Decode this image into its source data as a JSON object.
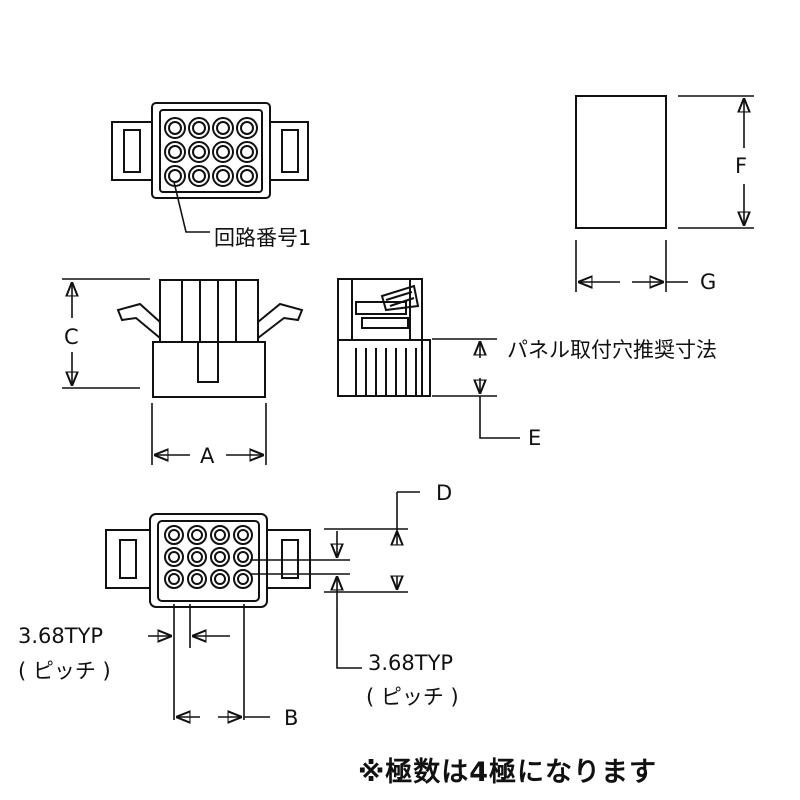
{
  "labels": {
    "circuit_no": "回路番号1",
    "panel_cutout": "パネル取付穴推奨寸法",
    "dim_a": "A",
    "dim_b": "B",
    "dim_c": "C",
    "dim_d": "D",
    "dim_e": "E",
    "dim_f": "F",
    "dim_g": "G",
    "pitch_left": "3.68TYP",
    "pitch_left_sub": "( ピッチ )",
    "pitch_right": "3.68TYP",
    "pitch_right_sub": "( ピッチ )",
    "note": "※極数は4極になります"
  },
  "grid": {
    "rows": 3,
    "cols": 4
  }
}
